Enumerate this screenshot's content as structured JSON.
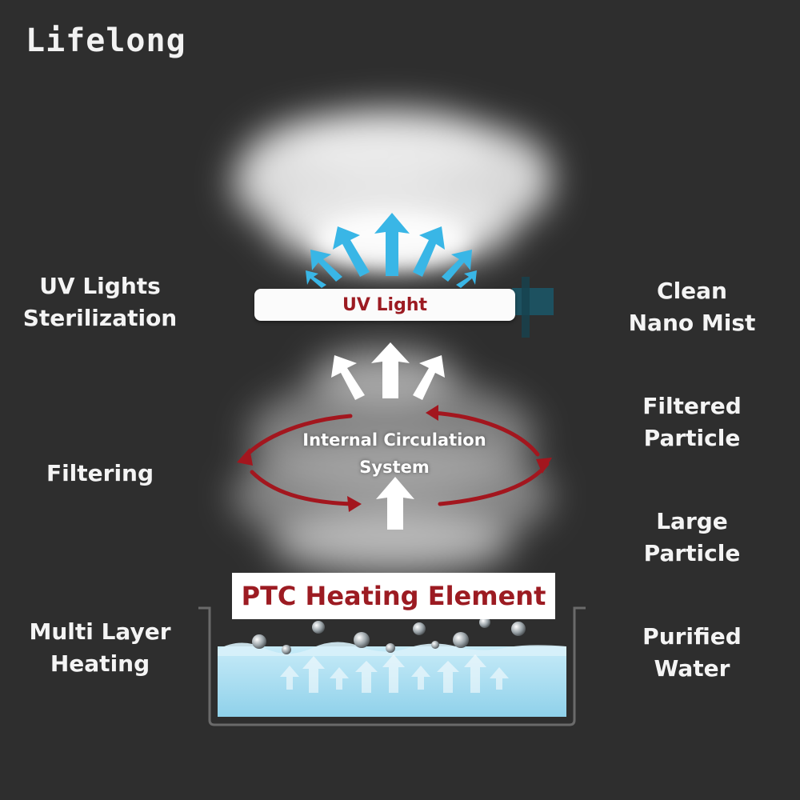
{
  "brand": {
    "logo_text": "Lifelong"
  },
  "left_labels": {
    "uv": {
      "line1": "UV Lights",
      "line2": "Sterilization"
    },
    "filtering": {
      "line1": "Filtering"
    },
    "heating": {
      "line1": "Multi Layer",
      "line2": "Heating"
    }
  },
  "right_labels": {
    "nano": {
      "line1": "Clean",
      "line2": "Nano Mist"
    },
    "filtered": {
      "line1": "Filtered",
      "line2": "Particle"
    },
    "large": {
      "line1": "Large",
      "line2": "Particle"
    },
    "water": {
      "line1": "Purified",
      "line2": "Water"
    }
  },
  "center": {
    "uv_bar_label": "UV Light",
    "circulation_line1": "Internal Circulation",
    "circulation_line2": "System",
    "ptc_label": "PTC Heating Element"
  },
  "colors": {
    "background": "#2e2e2e",
    "accent_red": "#9c1b22",
    "mist_arrow_blue": "#39b6e6",
    "water_blue": "#a6dcef"
  }
}
